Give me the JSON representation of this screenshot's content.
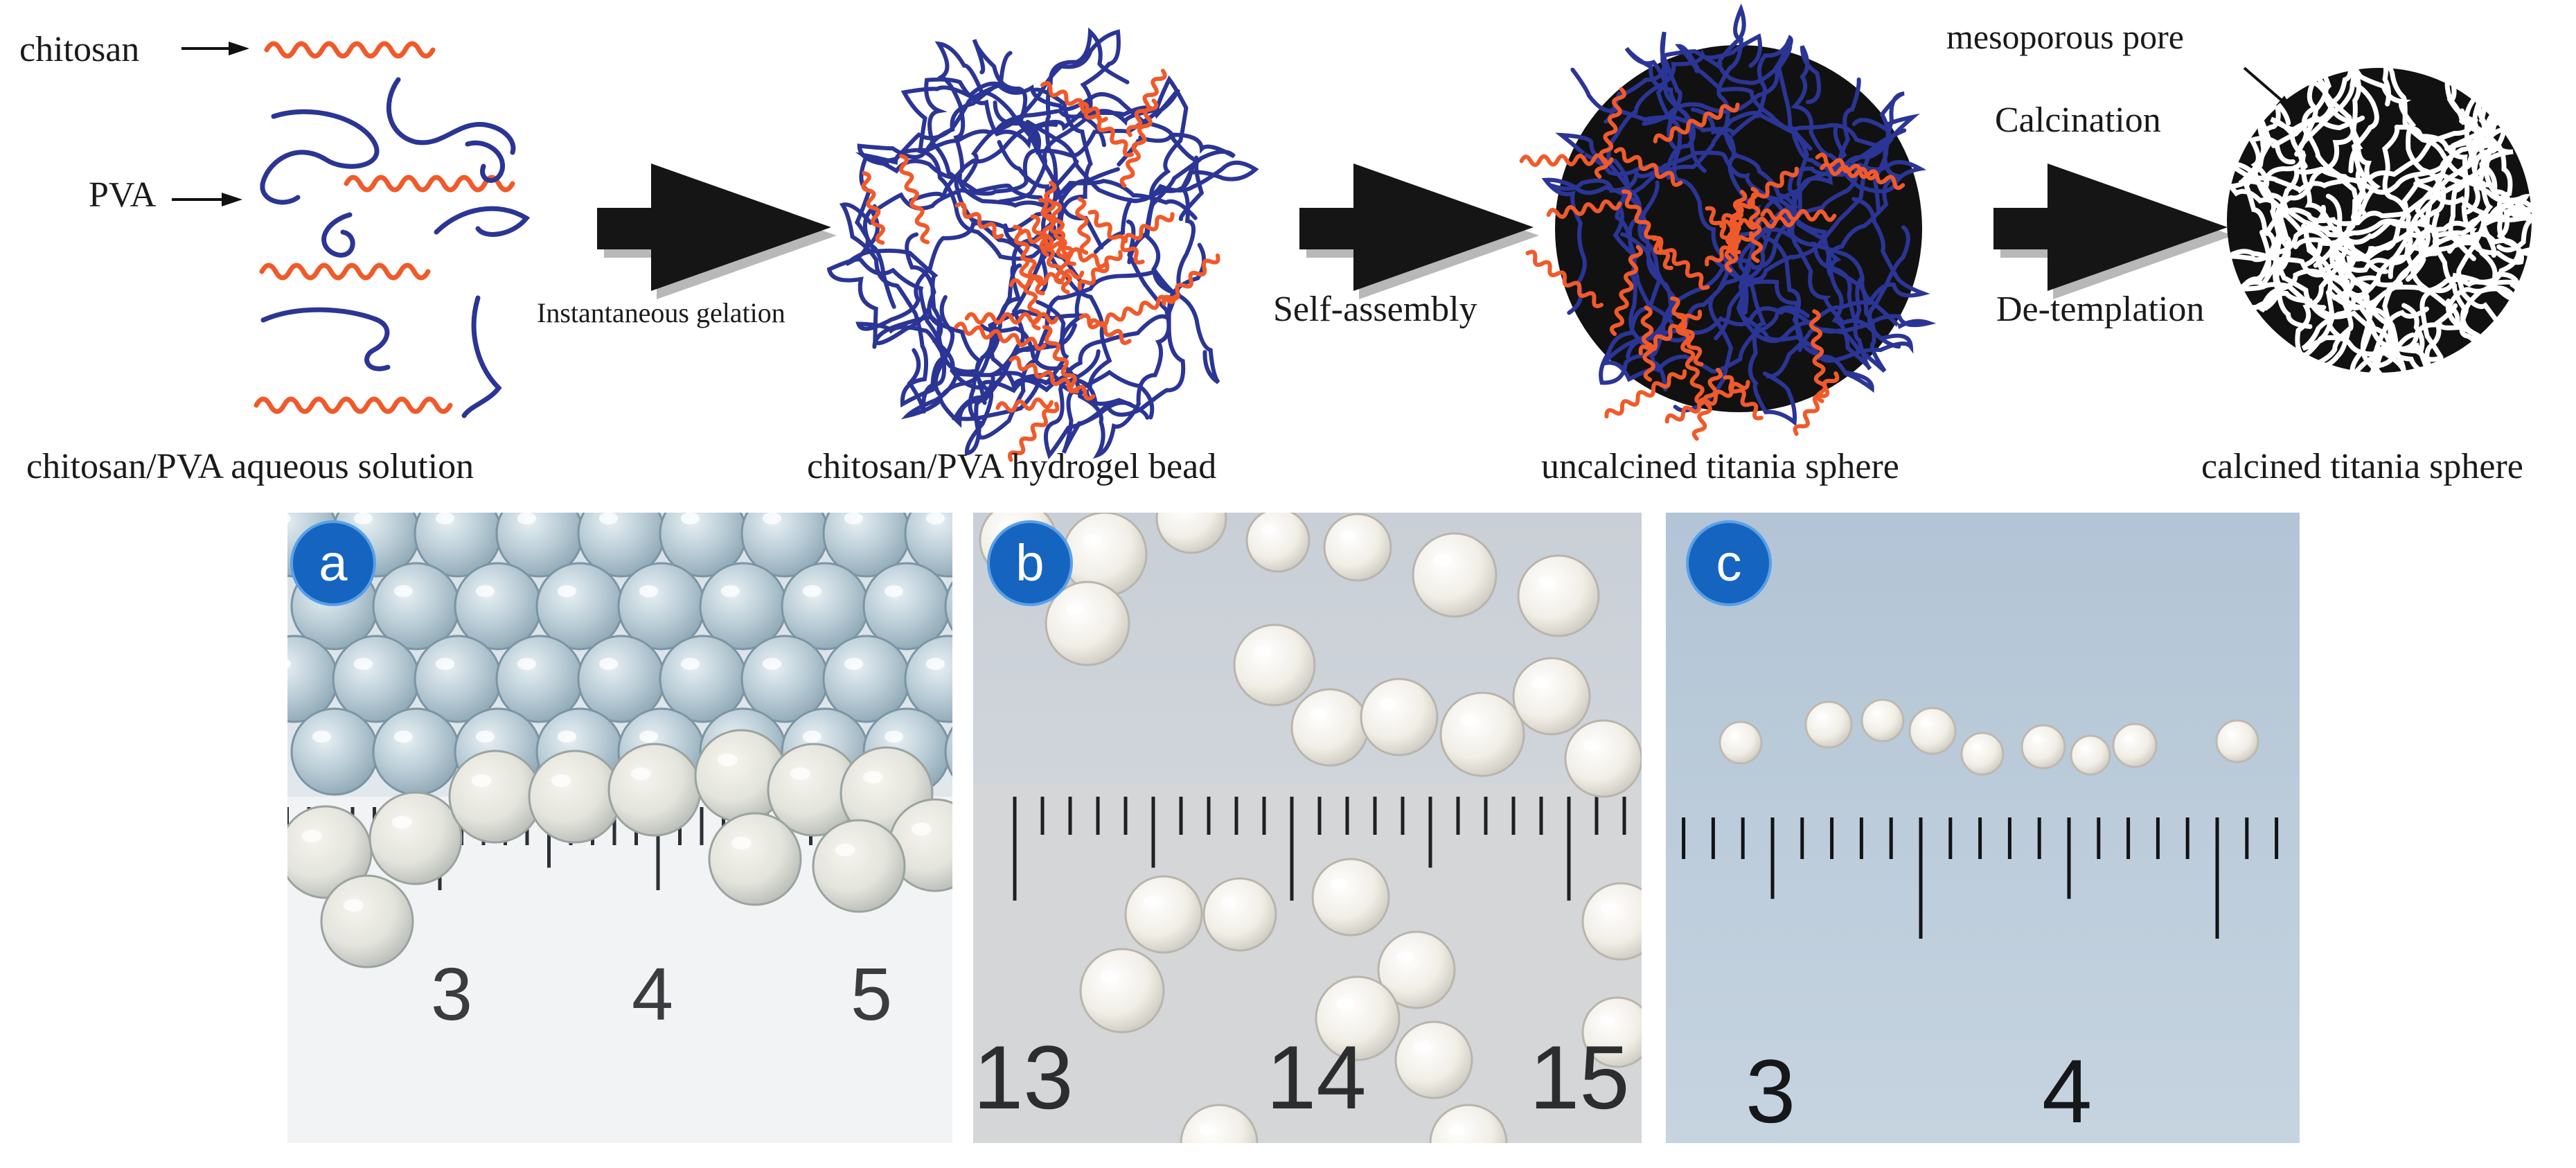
{
  "schematic": {
    "labels": {
      "chitosan": "chitosan",
      "pva": "PVA",
      "mesoporous_pore": "mesoporous pore",
      "calcination": "Calcination",
      "de_templation": "De-templation",
      "instantaneous_gelation": "Instantaneous gelation",
      "self_assembly": "Self-assembly"
    },
    "stages": [
      "chitosan/PVA aqueous solution",
      "chitosan/PVA hydrogel bead",
      "uncalcined titania sphere",
      "calcined titania sphere"
    ],
    "colors": {
      "chitosan": "#f05a2a",
      "pva": "#2b3595",
      "titania": "#111111",
      "arrow": "#151515",
      "arrow_shadow": "#b8b8b8"
    }
  },
  "photos": [
    {
      "badge": "a",
      "ruler_numbers": [
        "3",
        "4",
        "5"
      ],
      "background": "#dfe7ec",
      "bead_color": "#b9ccd6"
    },
    {
      "badge": "b",
      "ruler_numbers": [
        "13",
        "14",
        "15"
      ],
      "background": "#cfd5db",
      "bead_color": "#f2efe8"
    },
    {
      "badge": "c",
      "ruler_numbers": [
        "3",
        "4"
      ],
      "background": "#b9c9d8",
      "bead_color": "#f4f1ea"
    }
  ],
  "badge_color": "#1565c0"
}
